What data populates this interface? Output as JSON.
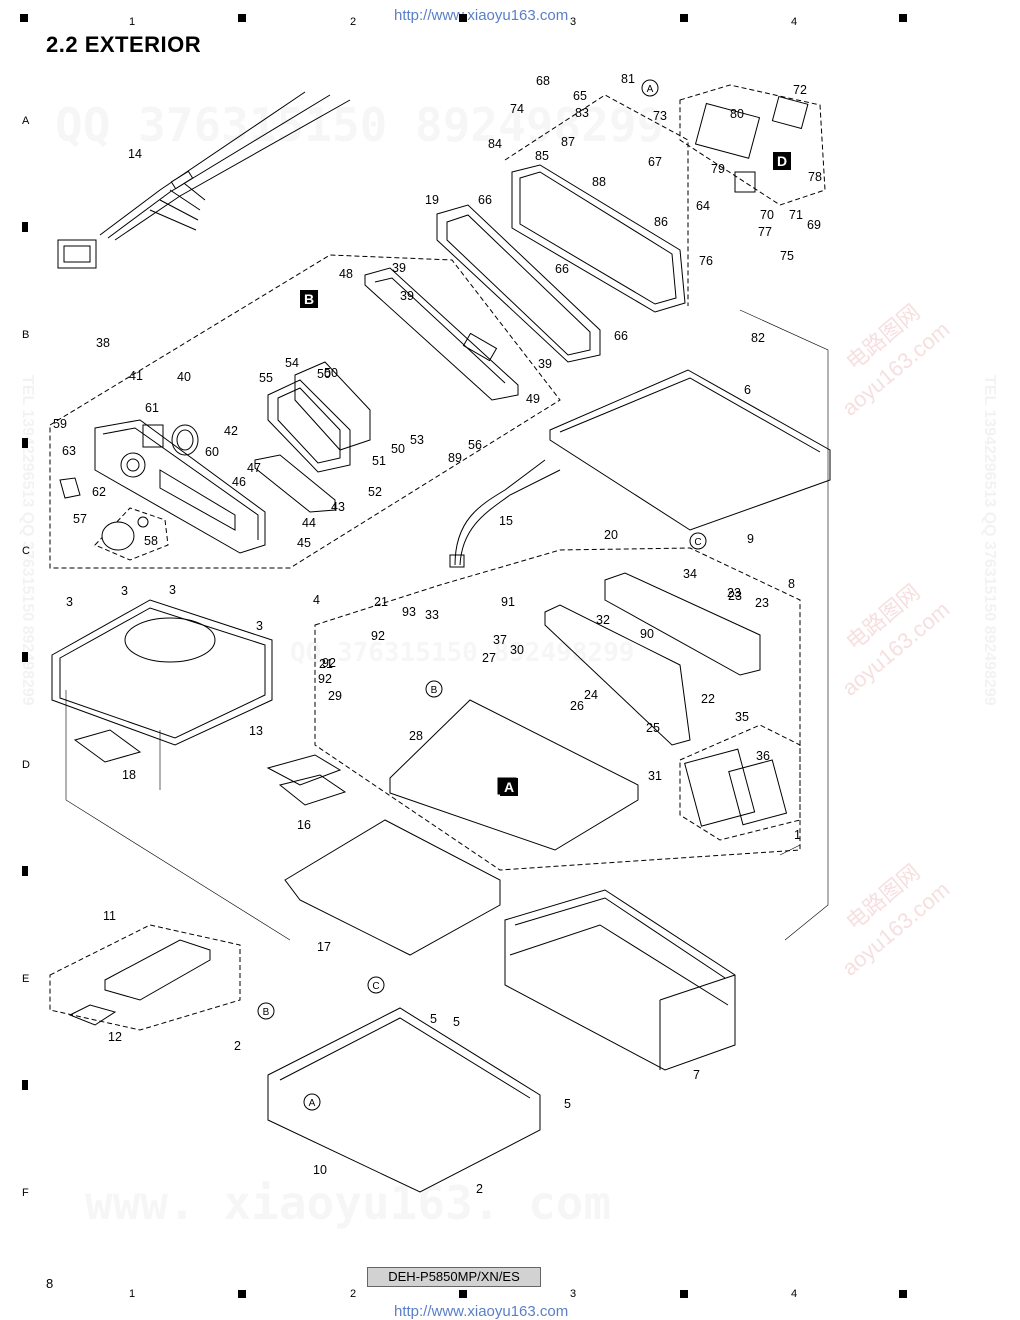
{
  "header": {
    "title": "2.2  EXTERIOR",
    "url": "http://www.xiaoyu163.com",
    "columns": [
      "1",
      "2",
      "3",
      "4"
    ],
    "rows": [
      "A",
      "B",
      "C",
      "D",
      "E",
      "F"
    ]
  },
  "footer": {
    "page_number": "8",
    "model": "DEH-P5850MP/XN/ES",
    "url": "http://www.xiaoyu163.com",
    "columns": [
      "1",
      "2",
      "3",
      "4"
    ]
  },
  "watermarks": {
    "qq": "QQ 376315150  892498299",
    "www": "www. xiaoyu163. com",
    "tel_left": "TEL 13942296513  QQ 376315150  892498299",
    "tel_right": "TEL 13942296513  QQ 376315150  892498299",
    "cn": "电路图网",
    "site": "aoyu163.com"
  },
  "section_markers": [
    "A",
    "B",
    "C",
    "D"
  ],
  "part_labels": [
    {
      "id": "14"
    },
    {
      "id": "68"
    },
    {
      "id": "81"
    },
    {
      "id": "65"
    },
    {
      "id": "74"
    },
    {
      "id": "83"
    },
    {
      "id": "73"
    },
    {
      "id": "72"
    },
    {
      "id": "80"
    },
    {
      "id": "84"
    },
    {
      "id": "87"
    },
    {
      "id": "85"
    },
    {
      "id": "67"
    },
    {
      "id": "88"
    },
    {
      "id": "79"
    },
    {
      "id": "78"
    },
    {
      "id": "19"
    },
    {
      "id": "66"
    },
    {
      "id": "86"
    },
    {
      "id": "64"
    },
    {
      "id": "70"
    },
    {
      "id": "71"
    },
    {
      "id": "69"
    },
    {
      "id": "77"
    },
    {
      "id": "76"
    },
    {
      "id": "75"
    },
    {
      "id": "39"
    },
    {
      "id": "48"
    },
    {
      "id": "82"
    },
    {
      "id": "38"
    },
    {
      "id": "54"
    },
    {
      "id": "50"
    },
    {
      "id": "41"
    },
    {
      "id": "40"
    },
    {
      "id": "55"
    },
    {
      "id": "49"
    },
    {
      "id": "61"
    },
    {
      "id": "6"
    },
    {
      "id": "59"
    },
    {
      "id": "42"
    },
    {
      "id": "53"
    },
    {
      "id": "56"
    },
    {
      "id": "63"
    },
    {
      "id": "60"
    },
    {
      "id": "51"
    },
    {
      "id": "89"
    },
    {
      "id": "47"
    },
    {
      "id": "46"
    },
    {
      "id": "62"
    },
    {
      "id": "52"
    },
    {
      "id": "43"
    },
    {
      "id": "15"
    },
    {
      "id": "57"
    },
    {
      "id": "44"
    },
    {
      "id": "58"
    },
    {
      "id": "45"
    },
    {
      "id": "20"
    },
    {
      "id": "9"
    },
    {
      "id": "8"
    },
    {
      "id": "3"
    },
    {
      "id": "34"
    },
    {
      "id": "4"
    },
    {
      "id": "21"
    },
    {
      "id": "93"
    },
    {
      "id": "33"
    },
    {
      "id": "91"
    },
    {
      "id": "23"
    },
    {
      "id": "32"
    },
    {
      "id": "92"
    },
    {
      "id": "90"
    },
    {
      "id": "37"
    },
    {
      "id": "30"
    },
    {
      "id": "27"
    },
    {
      "id": "29"
    },
    {
      "id": "24"
    },
    {
      "id": "22"
    },
    {
      "id": "26"
    },
    {
      "id": "13"
    },
    {
      "id": "28"
    },
    {
      "id": "25"
    },
    {
      "id": "35"
    },
    {
      "id": "36"
    },
    {
      "id": "18"
    },
    {
      "id": "31"
    },
    {
      "id": "16"
    },
    {
      "id": "1"
    },
    {
      "id": "11"
    },
    {
      "id": "17"
    },
    {
      "id": "5"
    },
    {
      "id": "12"
    },
    {
      "id": "2"
    },
    {
      "id": "7"
    },
    {
      "id": "10"
    }
  ]
}
